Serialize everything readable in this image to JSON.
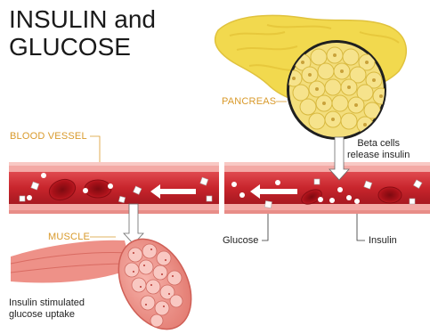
{
  "title": "INSULIN and\nGLUCOSE",
  "labels": {
    "pancreas": "PANCREAS",
    "blood_vessel": "BLOOD VESSEL",
    "muscle": "MUSCLE",
    "beta_cells": "Beta cells\nrelease insulin",
    "glucose": "Glucose",
    "insulin": "Insulin",
    "uptake": "Insulin stimulated\nglucose uptake"
  },
  "colors": {
    "pancreas": "#f2d94e",
    "vessel_wall": "#f3a9a5",
    "vessel_lumen": "#c8252c",
    "red_cell": "#b0121b",
    "muscle": "#ee8a80",
    "label_accent": "#d99a2b",
    "arrow": "#ffffff"
  }
}
